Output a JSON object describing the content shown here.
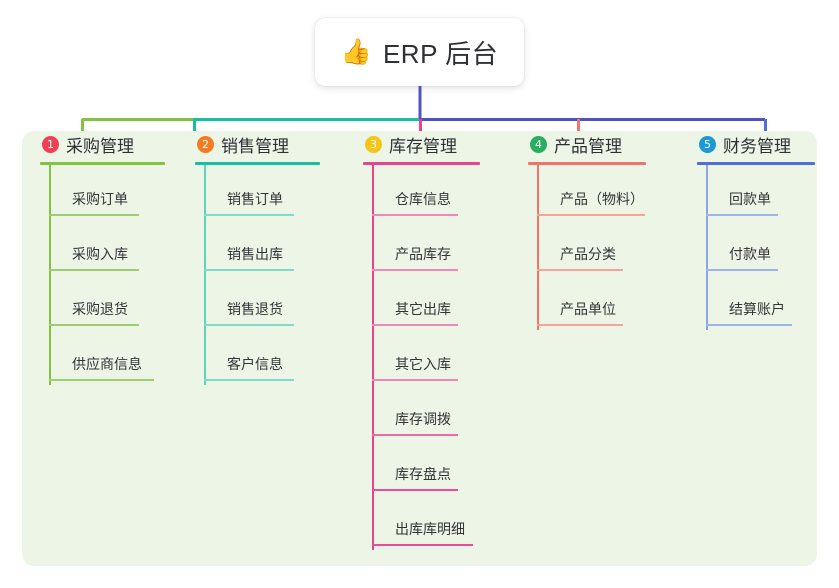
{
  "diagram": {
    "type": "mind-map",
    "root": {
      "icon": "thumbs-up-icon",
      "icon_glyph": "👍",
      "label": "ERP 后台"
    },
    "panel_background": "#edf5e7",
    "branches": [
      {
        "number": "1",
        "title": "采购管理",
        "badge_color": "#ef4056",
        "line_color": "#82c341",
        "items": [
          "采购订单",
          "采购入库",
          "采购退货",
          "供应商信息"
        ]
      },
      {
        "number": "2",
        "title": "销售管理",
        "badge_color": "#f47b20",
        "line_color": "#19bfa5",
        "items": [
          "销售订单",
          "销售出库",
          "销售退货",
          "客户信息"
        ]
      },
      {
        "number": "3",
        "title": "库存管理",
        "badge_color": "#f5c518",
        "line_color": "#e8438f",
        "items": [
          "仓库信息",
          "产品库存",
          "其它出库",
          "其它入库",
          "库存调拨",
          "库存盘点",
          "出库库明细"
        ]
      },
      {
        "number": "4",
        "title": "产品管理",
        "badge_color": "#27ae60",
        "line_color": "#f1736a",
        "items": [
          "产品（物料）",
          "产品分类",
          "产品单位"
        ]
      },
      {
        "number": "5",
        "title": "财务管理",
        "badge_color": "#1c9ad6",
        "line_color": "#4f6fd8",
        "items": [
          "回款单",
          "付款单",
          "结算账户"
        ]
      }
    ],
    "connector": {
      "trunk_color": "#4f52c4",
      "bus_segment_1_color": "#82c341",
      "bus_segment_2_color": "#19bfa5",
      "bus_segment_3_color": "#4f52c4"
    }
  }
}
